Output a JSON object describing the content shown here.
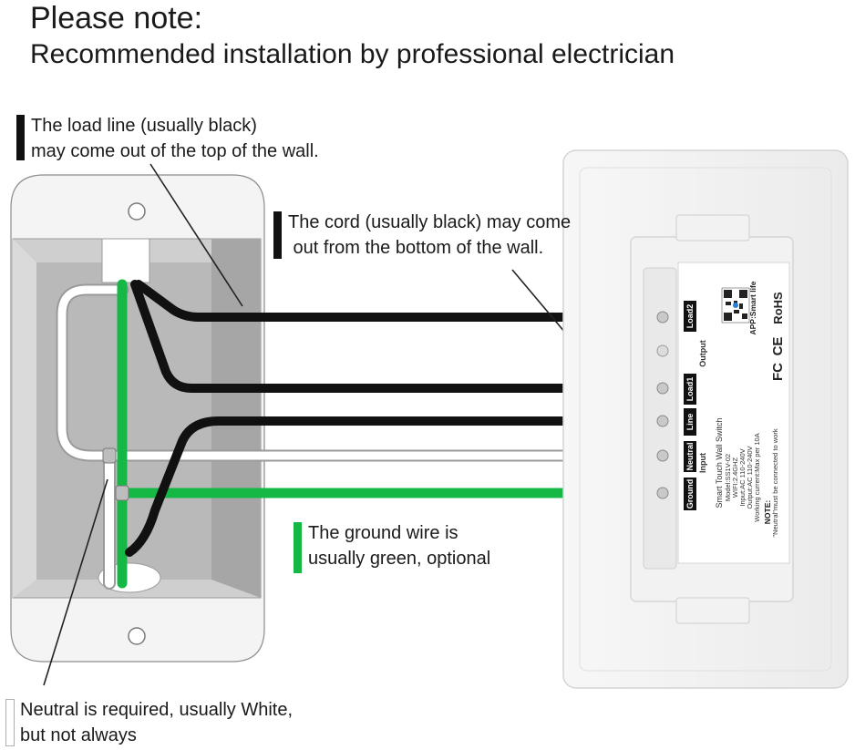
{
  "header": {
    "title": "Please note:",
    "subtitle": "Recommended installation by professional electrician"
  },
  "callouts": {
    "load": {
      "line1": "The load line (usually black)",
      "line2": "may come out of the top of the wall."
    },
    "cord": {
      "line1": "The cord (usually black) may come",
      "line2": " out from the bottom of the wall."
    },
    "ground": {
      "line1": "The ground wire is",
      "line2": "usually green, optional"
    },
    "neutral": {
      "line1": "Neutral is required, usually White,",
      "line2": "but not always"
    }
  },
  "switch": {
    "terminals": [
      "Load2",
      "Load1",
      "Line",
      "Neutral",
      "Ground"
    ],
    "group_output": "Output",
    "group_input": "Input",
    "app": "APP:Smart life",
    "cert_fc": "FC",
    "cert_ce": "CE",
    "cert_rohs": "RoHS",
    "spec_lines": [
      "Smart Touch Wall Switch",
      "Model:SS1V-02",
      "WIFI:2.4GHZ",
      "Input:AC 110-240V",
      "Output:AC 110-240V",
      "Working current:Max per 10A"
    ],
    "note": "NOTE:",
    "note_text": "\"Neutral\"must be connected to work"
  },
  "colors": {
    "hot": "#111111",
    "ground": "#16b845",
    "neutral": "#ffffff",
    "box_gray": "#c4c4c4"
  }
}
